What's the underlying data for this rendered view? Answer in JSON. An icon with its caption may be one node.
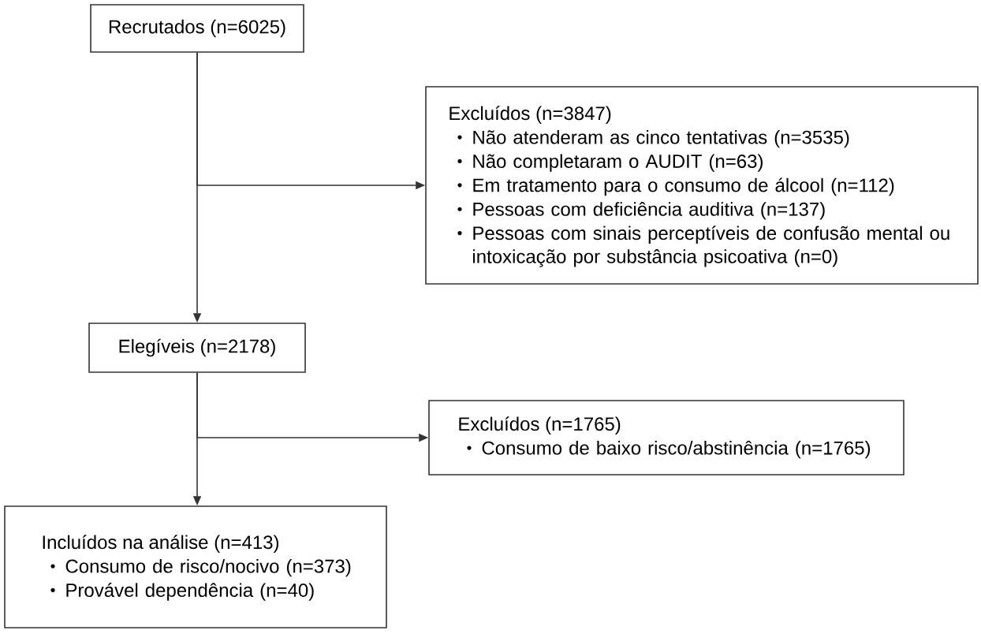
{
  "diagram": {
    "nodes": [
      {
        "text": [
          "Recrutados (n=6025)"
        ]
      },
      {
        "text": [
          "Excluídos (n=3847)",
          "Não atenderam as cinco tentativas (n=3535)",
          "Não completaram o AUDIT (n=63)",
          "Em tratamento para o consumo de álcool (n=112)",
          "Pessoas com deficiência auditiva (n=137)",
          "Pessoas com sinais perceptíveis de confusão mental ou intoxicação por substância psicoativa (n=0)"
        ]
      },
      {
        "text": [
          "Elegíveis (n=2178)"
        ]
      },
      {
        "text": [
          "Excluídos (n=1765)",
          "Consumo de baixo risco/abstinência (n=1765)"
        ]
      },
      {
        "text": [
          "Incluídos na análise (n=413)",
          "Consumo de risco/nocivo (n=373)",
          "Provável dependência (n=40)"
        ]
      }
    ],
    "edges": [
      {
        "from": 0,
        "to": 2,
        "arrow": "to"
      },
      {
        "from": 0,
        "to": 1,
        "arrow": "to"
      },
      {
        "from": 2,
        "to": 4,
        "arrow": "to"
      },
      {
        "from": 2,
        "to": 3,
        "arrow": "to"
      }
    ]
  }
}
